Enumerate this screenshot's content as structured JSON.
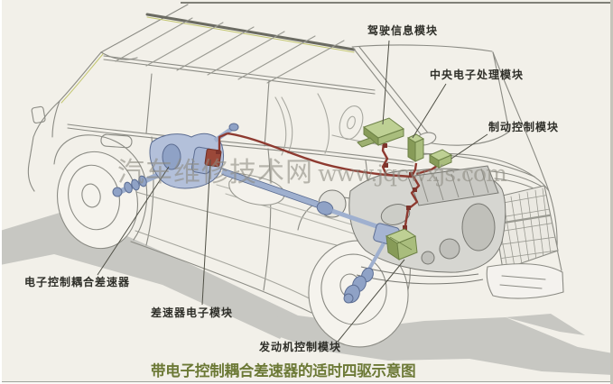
{
  "figure": {
    "caption": "带电子控制耦合差速器的适时四驱示意图",
    "watermark_cjk": "汽车维修技术网",
    "watermark_latin": "www.jqcwxjs.com"
  },
  "annotations": {
    "driver_info": {
      "text": "驾驶信息模块"
    },
    "central_processing": {
      "text": "中央电子处理模块"
    },
    "brake_control": {
      "text": "制动控制模块"
    },
    "coupling_differential": {
      "text": "电子控制耦合差速器"
    },
    "differential_module": {
      "text": "差速器电子模块"
    },
    "engine_control": {
      "text": "发动机控制模块"
    }
  },
  "colors": {
    "background": "#f2f0e9",
    "shadow_gray": "#c7c7c2",
    "module_green": "#a9bd7d",
    "harness_red": "#8e3a30",
    "driveline_blue": "#9fb0cf",
    "caption_green": "#6c7936",
    "label_text": "#2e2e28",
    "line_art": "#8b8b84"
  }
}
